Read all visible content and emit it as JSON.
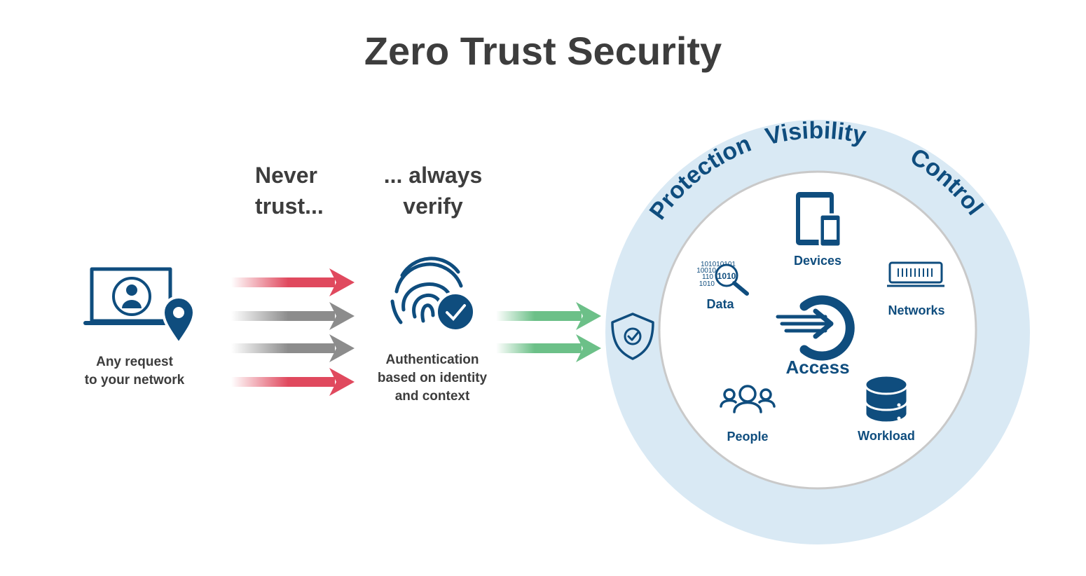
{
  "title": "Zero Trust Security",
  "phrases": {
    "never_line1": "Never",
    "never_line2": "trust...",
    "always_line1": "... always",
    "always_line2": "verify"
  },
  "captions": {
    "request_line1": "Any request",
    "request_line2": "to your network",
    "auth_line1": "Authentication",
    "auth_line2": "based on identity",
    "auth_line3": "and context"
  },
  "ring_labels": {
    "protection": "Protection",
    "visibility": "Visibility",
    "control": "Control"
  },
  "center_label": "Access",
  "resources": {
    "devices": "Devices",
    "data": "Data",
    "networks": "Networks",
    "people": "People",
    "workload": "Workload"
  },
  "data_icon_digits": [
    "101010101",
    "10010",
    "110",
    "1010",
    "1010"
  ],
  "icons": {
    "request": "laptop-user-location-icon",
    "auth": "fingerprint-check-icon",
    "shield": "shield-check-icon",
    "access": "access-arrow-icon",
    "devices": "tablet-phone-icon",
    "data": "binary-magnifier-icon",
    "networks": "switch-icon",
    "people": "group-icon",
    "workload": "database-icon"
  },
  "colors": {
    "title": "#3d3d3d",
    "brand_blue": "#0f4d7e",
    "ring": "#d9e9f4",
    "red_arrow": "#e0495e",
    "gray_arrow": "#8c8c8c",
    "green_arrow": "#6cc088"
  }
}
